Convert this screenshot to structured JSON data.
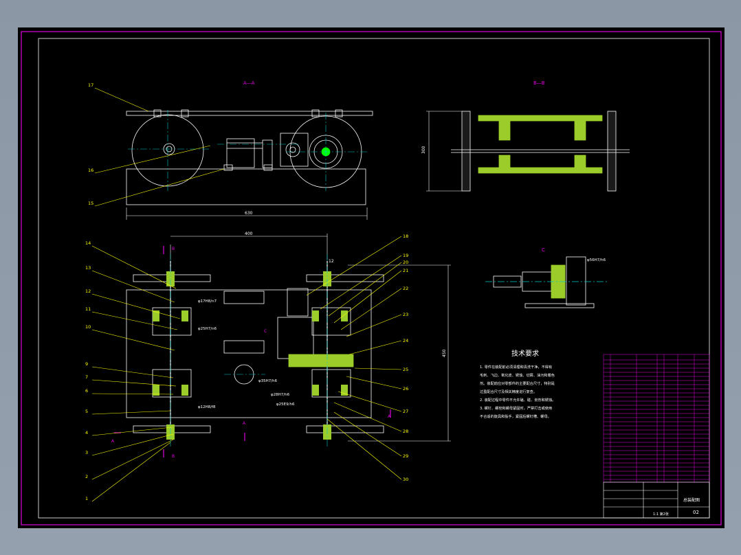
{
  "views": {
    "section_aa_title": "A—A",
    "section_bb_title": "B—B",
    "detail_c_title": "C",
    "plan_marker_a": "A",
    "plan_marker_b": "B",
    "plan_marker_c": "C"
  },
  "dimensions": {
    "aa_width": "630",
    "plan_top": "400",
    "plan_right": "450",
    "bb_height": "300",
    "plan_top_right": "12"
  },
  "fits": {
    "f1": "φ17H8/n7",
    "f2": "φ25H7/n6",
    "f3": "φ12H8/f8",
    "f4": "φ35H7/h6",
    "f5": "φ28H7/h6",
    "f6": "φ25E9/h6",
    "f7": "φ56H7/h6"
  },
  "balloons_left": [
    "14",
    "13",
    "12",
    "11",
    "10",
    "9",
    "7",
    "6",
    "5",
    "4",
    "3",
    "2",
    "1"
  ],
  "balloons_right": [
    "18",
    "19",
    "20",
    "21",
    "22",
    "23",
    "24",
    "25",
    "26",
    "27",
    "28",
    "29",
    "30"
  ],
  "balloons_aa": [
    "17",
    "16",
    "15"
  ],
  "tech_requirements": {
    "title": "技术要求",
    "lines": [
      "1. 零件在装配前必须清理和清洗干净，不得有",
      "毛刺、飞边、氧化皮、锈蚀、切屑、油污和着色",
      "剂。装配前应对零部件的主要配合尺寸，特别是",
      "过盈配合尺寸及相关精度进行复查。",
      "2. 装配过程中零件不允许磕、碰、划伤和锈蚀。",
      "3. 螺钉、螺栓和螺母紧固时，严禁打击或使用",
      "不合适的旋具和扳手，紧固后螺钉槽、螺母。"
    ]
  },
  "title_block": {
    "drawing_name": "总装配图",
    "sheet_no": "02",
    "scale_row": "1:1  第2张"
  },
  "colors": {
    "outer_frame": "#e000e0",
    "geometry": "#ffffff",
    "leaders": "#ffff00",
    "centerlines": "#00c8c8",
    "hatch": "#9ccc2a",
    "table_lines": "#e000e0"
  }
}
